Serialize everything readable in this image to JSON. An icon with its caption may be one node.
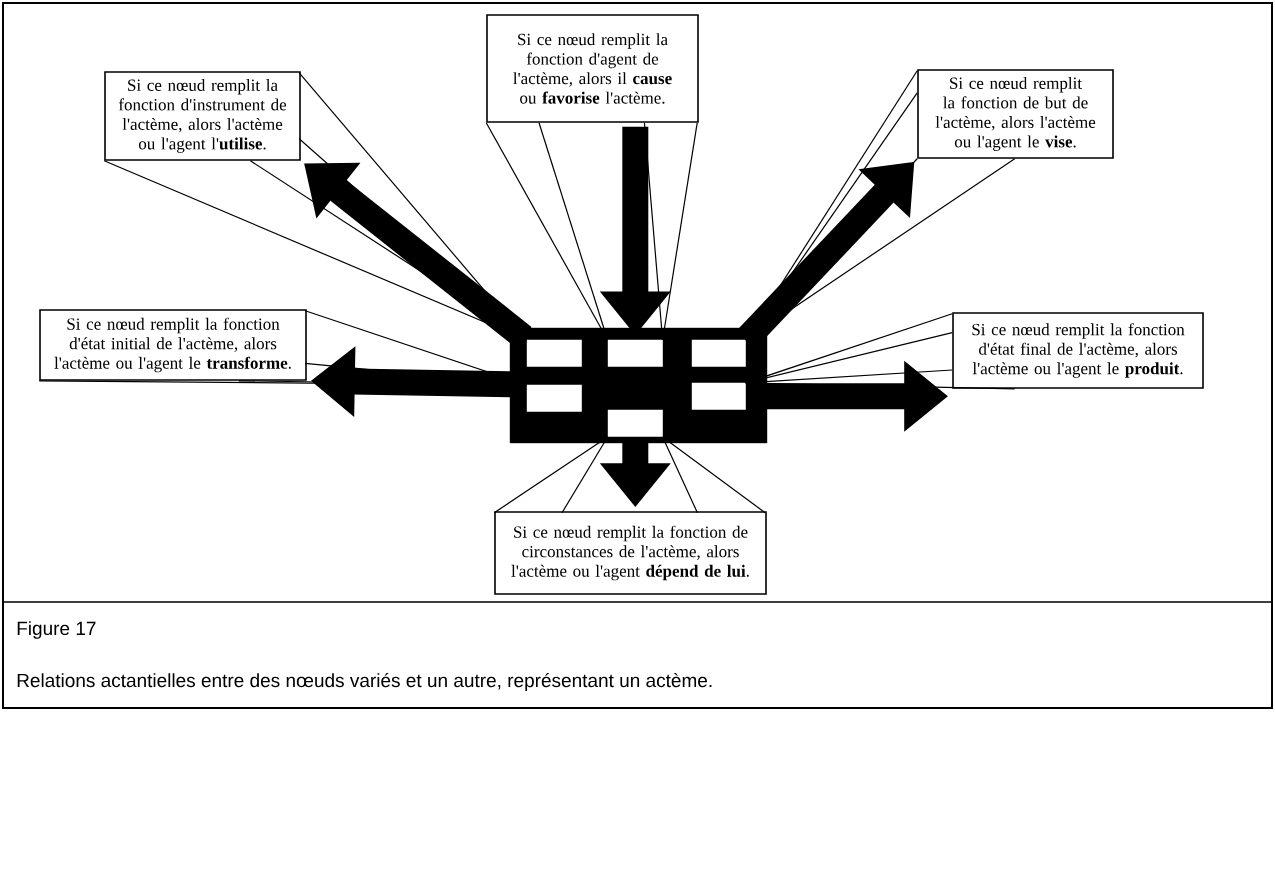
{
  "diagram": {
    "caption": "Relations actantielles entre des nœuds variés et un autre, représentant un actème.",
    "nodes": [
      {
        "text": [
          "Si ce nœud remplit la fonction d'instrument de l'actème, alors l'actème ou l'agent l'**utilise**."
        ]
      },
      {
        "text": [
          "Si ce nœud remplit la fonction d'agent de l'actème, alors il **cause** ou **favorise** l'actème."
        ]
      },
      {
        "text": [
          "Si ce nœud remplit la fonction de but de l'actème, alors l'actème ou l'agent le **vise**."
        ]
      },
      {
        "text": [],
        "shape": "box"
      },
      {
        "text": [],
        "shape": "box",
        "in": 3
      },
      {
        "text": [],
        "shape": "box",
        "in": 3
      },
      {
        "text": [],
        "shape": "box",
        "in": 3
      },
      {
        "text": [],
        "shape": "box",
        "in": 3
      },
      {
        "text": [],
        "shape": "box",
        "in": 3
      },
      {
        "text": [],
        "shape": "box",
        "in": 3
      },
      {
        "text": [
          "Si ce nœud remplit la fonction d'état initial de l'actème, alors l'actème ou l'agent le **transforme**."
        ]
      },
      {
        "text": [
          "Si ce nœud remplit la fonction d'état final de l'actème, alors l'actème ou l'agent le **produit**."
        ]
      },
      {
        "text": [
          "Si ce nœud remplit la fonction de circonstances de l'actème, alors l'actème ou l'agent **dépend de lui**."
        ]
      }
    ],
    "edges": [
      {
        "from": 4,
        "to": 0,
        "arrow": "to",
        "style": "thick"
      },
      {
        "from": 1,
        "to": 5,
        "arrow": "to",
        "style": "thick"
      },
      {
        "from": 6,
        "to": 2,
        "arrow": "to",
        "style": "thick"
      },
      {
        "from": 7,
        "to": 10,
        "arrow": "to",
        "style": "thick"
      },
      {
        "from": 8,
        "to": 11,
        "arrow": "to",
        "style": "thick"
      },
      {
        "from": 9,
        "to": 12,
        "arrow": "to",
        "style": "thick"
      },
      {
        "from": 0,
        "to": 4,
        "arrow": "none"
      },
      {
        "from": 0,
        "to": 4,
        "arrow": "none"
      },
      {
        "from": 0,
        "to": 4,
        "arrow": "none"
      },
      {
        "from": 0,
        "to": 4,
        "arrow": "none"
      },
      {
        "from": 1,
        "to": 5,
        "arrow": "none"
      },
      {
        "from": 1,
        "to": 5,
        "arrow": "none"
      },
      {
        "from": 1,
        "to": 5,
        "arrow": "none"
      },
      {
        "from": 1,
        "to": 5,
        "arrow": "none"
      },
      {
        "from": 2,
        "to": 6,
        "arrow": "none"
      },
      {
        "from": 2,
        "to": 6,
        "arrow": "none"
      },
      {
        "from": 2,
        "to": 6,
        "arrow": "none"
      },
      {
        "from": 2,
        "to": 6,
        "arrow": "none"
      },
      {
        "from": 10,
        "to": 7,
        "arrow": "none"
      },
      {
        "from": 10,
        "to": 7,
        "arrow": "none"
      },
      {
        "from": 10,
        "to": 7,
        "arrow": "none"
      },
      {
        "from": 10,
        "to": 7,
        "arrow": "none"
      },
      {
        "from": 11,
        "to": 8,
        "arrow": "none"
      },
      {
        "from": 11,
        "to": 8,
        "arrow": "none"
      },
      {
        "from": 11,
        "to": 8,
        "arrow": "none"
      },
      {
        "from": 11,
        "to": 8,
        "arrow": "none"
      },
      {
        "from": 12,
        "to": 9,
        "arrow": "none"
      },
      {
        "from": 12,
        "to": 9,
        "arrow": "none"
      },
      {
        "from": 12,
        "to": 9,
        "arrow": "none"
      },
      {
        "from": 12,
        "to": 9,
        "arrow": "none"
      }
    ],
    "labels": [
      "Figure 17"
    ]
  }
}
